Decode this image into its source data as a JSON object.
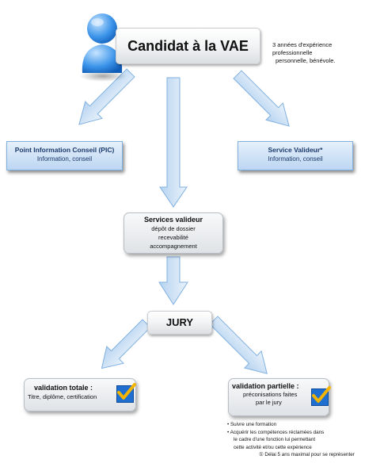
{
  "candidate": {
    "title": "Candidat à la VAE",
    "note_line1": "3 années d'expérience professionnelle",
    "note_line2": "personnelle, bénévole."
  },
  "pic": {
    "title": "Point Information Conseil (PIC)",
    "subtitle": "Information, conseil"
  },
  "validator": {
    "title": "Service Valideur*",
    "subtitle": "Information, conseil"
  },
  "services": {
    "title": "Services valideur",
    "line1": "dépôt de dossier",
    "line2": "recevabilité",
    "line3": "accompagnement"
  },
  "jury": {
    "label": "JURY"
  },
  "total": {
    "title": "validation totale :",
    "subtitle": "Titre, diplôme, certification"
  },
  "partial": {
    "title": "validation partielle :",
    "line1": "préconisations faites",
    "line2": "par le jury"
  },
  "notes": {
    "item1": "Suivre une formation",
    "item2_l1": "Acquérir les compétences réclamées dans",
    "item2_l2": "le cadre d'une fonction lui permettant",
    "item2_l3": "cette activité  et/ou cette expérience",
    "footnote_marker": "①",
    "footnote": "Délai 5 ans maximal pour se représenter"
  },
  "colors": {
    "arrow_fill": "#cfe3f7",
    "arrow_stroke": "#7fb0e0",
    "check_box": "#1e6fd0",
    "check_mark": "#f5b400"
  },
  "icons": [
    "person-icon",
    "checkbox-icon"
  ]
}
